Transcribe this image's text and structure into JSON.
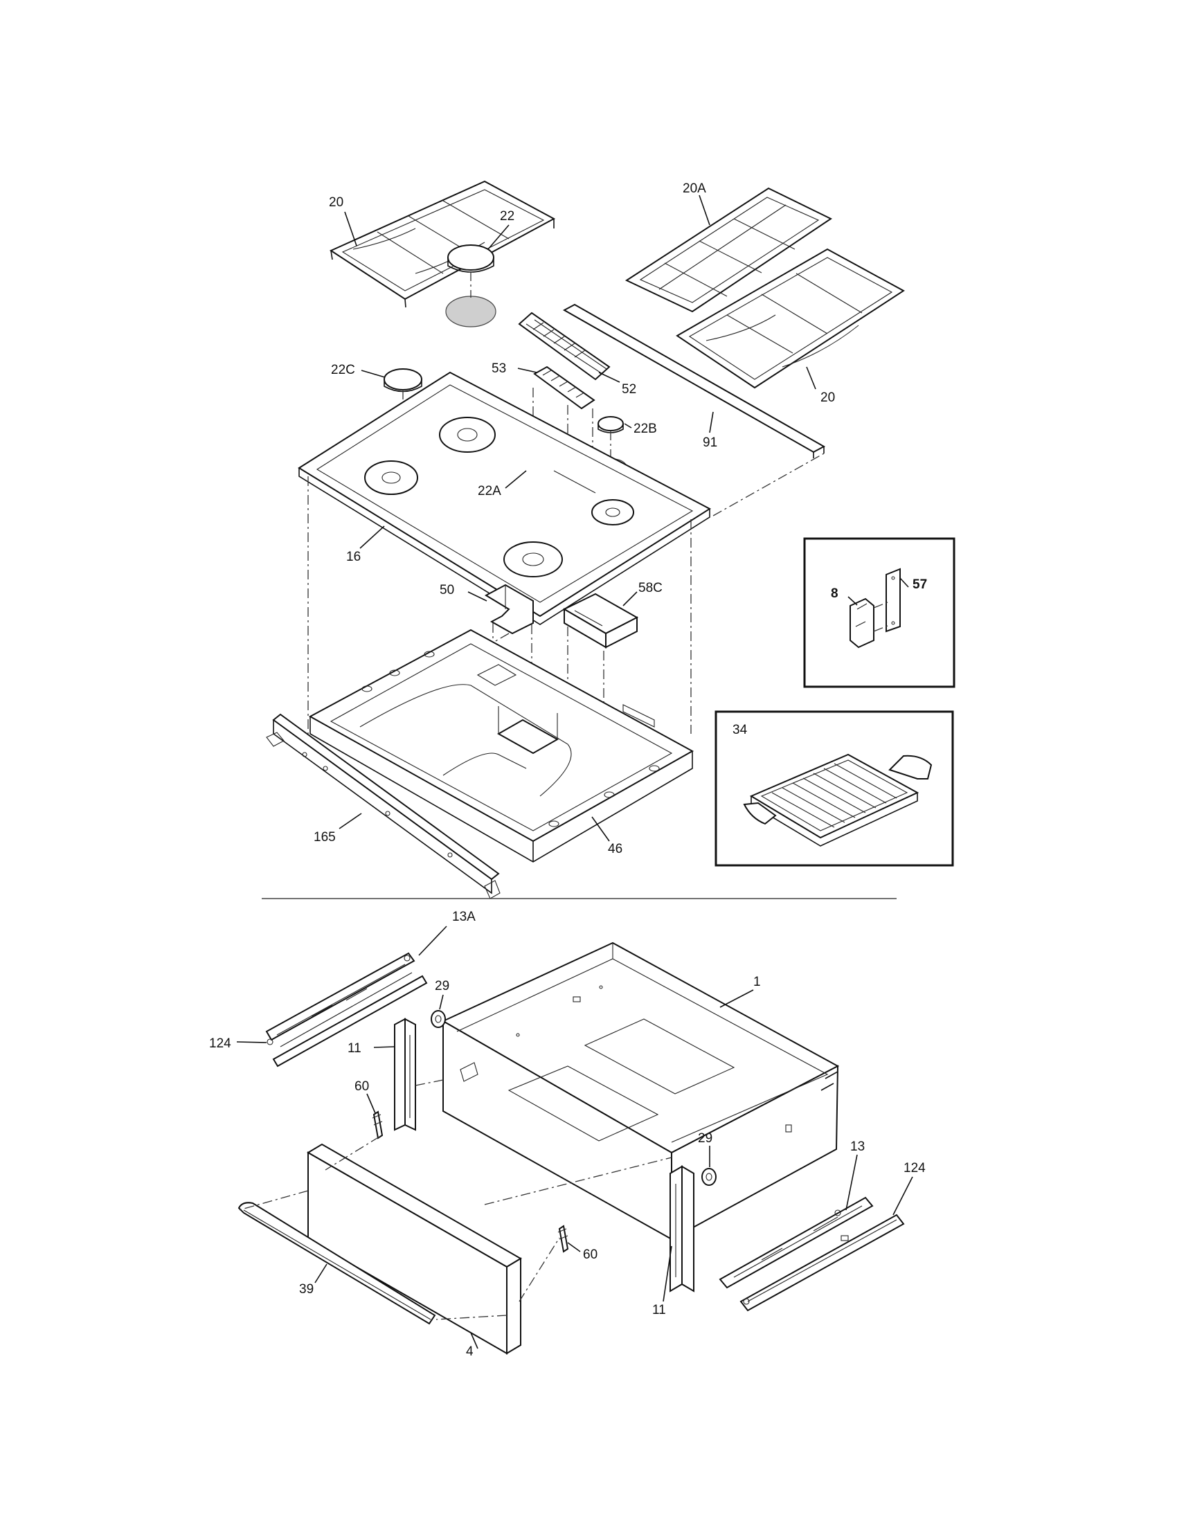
{
  "upper_labels": [
    "20",
    "20A",
    "22",
    "22C",
    "53",
    "52",
    "20",
    "91",
    "22B",
    "22A",
    "16",
    "50",
    "58C",
    "165",
    "46"
  ],
  "inset_top_labels": [
    "8",
    "57"
  ],
  "inset_bottom_labels": [
    "34"
  ],
  "lower_labels": [
    "13A",
    "29",
    "1",
    "124",
    "11",
    "60",
    "29",
    "13",
    "124",
    "60",
    "39",
    "11",
    "4"
  ]
}
